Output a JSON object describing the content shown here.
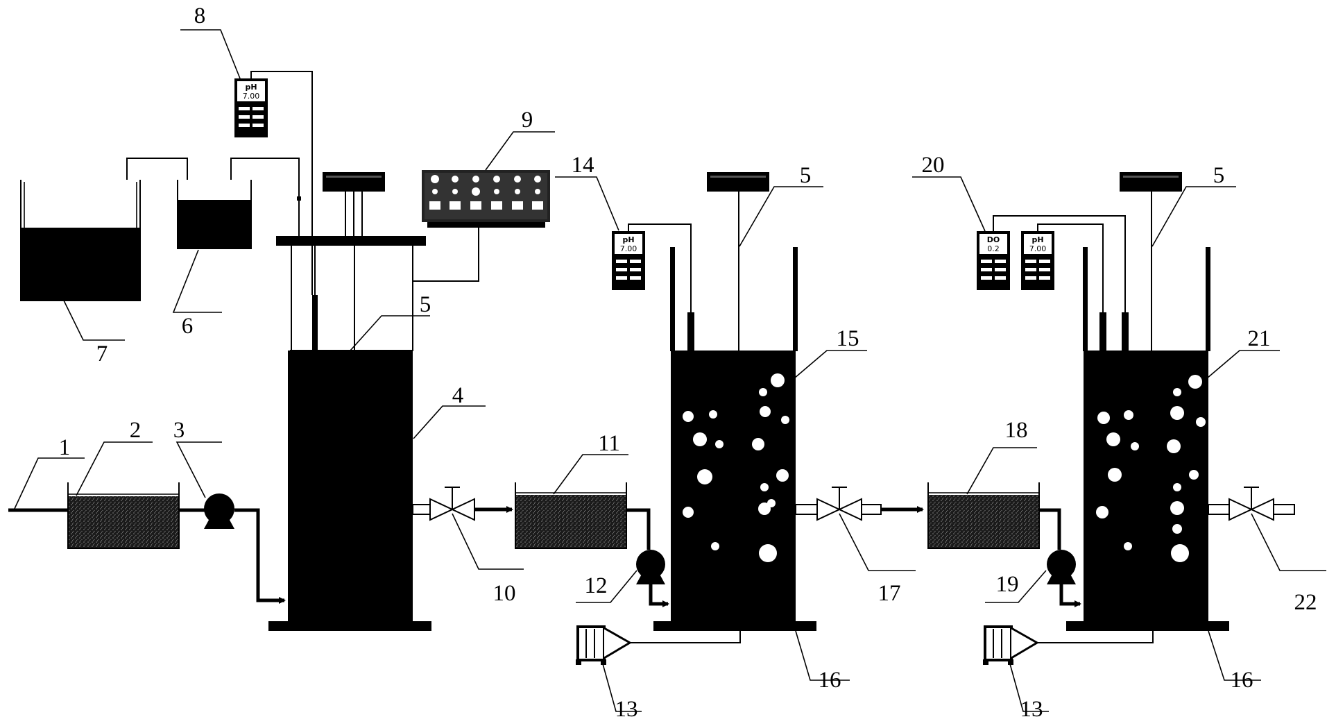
{
  "labels": {
    "n1": "1",
    "n2": "2",
    "n3": "3",
    "n4": "4",
    "n5a": "5",
    "n5b": "5",
    "n5c": "5",
    "n6": "6",
    "n7": "7",
    "n8": "8",
    "n9": "9",
    "n10": "10",
    "n11": "11",
    "n12": "12",
    "n13a": "13",
    "n13b": "13",
    "n14": "14",
    "n15": "15",
    "n16a": "16",
    "n16b": "16",
    "n17": "17",
    "n18": "18",
    "n19": "19",
    "n20": "20",
    "n21": "21",
    "n22": "22"
  },
  "meters": {
    "ph_1": {
      "top": "pH",
      "value": "7.00"
    },
    "ph_2": {
      "top": "pH",
      "value": "7.00"
    },
    "ph_3": {
      "top": "pH",
      "value": "7.00"
    },
    "do_1": {
      "top": "DO",
      "value": "0.2"
    }
  }
}
